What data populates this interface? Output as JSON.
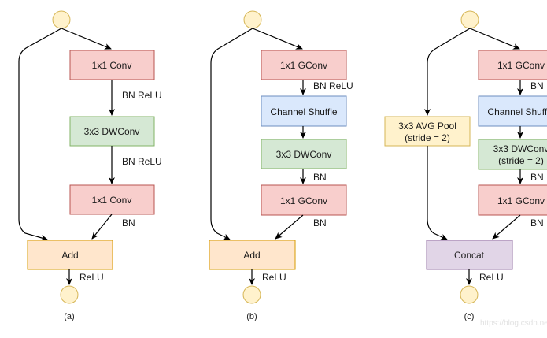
{
  "colors": {
    "conv_fill": "#f8cecc",
    "conv_stroke": "#b85450",
    "dw_fill": "#d5e8d4",
    "dw_stroke": "#82b366",
    "shuffle_fill": "#dae8fc",
    "shuffle_stroke": "#6c8ebf",
    "add_fill": "#ffe6cc",
    "add_stroke": "#d79b00",
    "pool_fill": "#fff2cc",
    "pool_stroke": "#d6b656",
    "concat_fill": "#e1d5e7",
    "concat_stroke": "#9673a6",
    "io_fill": "#fff2cc",
    "io_stroke": "#d6b656"
  },
  "diagrams": [
    {
      "id": "a",
      "caption": "(a)",
      "nodes": {
        "conv1": "1x1 Conv",
        "dw": "3x3 DWConv",
        "conv2": "1x1 Conv",
        "merge": "Add"
      },
      "edge_labels": {
        "after_conv1": "BN ReLU",
        "after_dw": "BN ReLU",
        "after_conv2": "BN",
        "after_merge": "ReLU"
      }
    },
    {
      "id": "b",
      "caption": "(b)",
      "nodes": {
        "conv1": "1x1 GConv",
        "shuffle": "Channel Shuffle",
        "dw": "3x3 DWConv",
        "conv2": "1x1 GConv",
        "merge": "Add"
      },
      "edge_labels": {
        "after_conv1": "BN ReLU",
        "after_dw": "BN",
        "after_conv2": "BN",
        "after_merge": "ReLU"
      }
    },
    {
      "id": "c",
      "caption": "(c)",
      "nodes": {
        "pool_line1": "3x3 AVG Pool",
        "pool_line2": "(stride = 2)",
        "conv1": "1x1 GConv",
        "shuffle": "Channel Shuffle",
        "dw_line1": "3x3 DWConv",
        "dw_line2": "(stride = 2)",
        "conv2": "1x1 GConv",
        "merge": "Concat"
      },
      "edge_labels": {
        "after_conv1": "BN",
        "after_dw": "BN",
        "after_conv2": "BN",
        "after_merge": "ReLU"
      }
    }
  ],
  "watermark": "https://blog.csdn.net"
}
